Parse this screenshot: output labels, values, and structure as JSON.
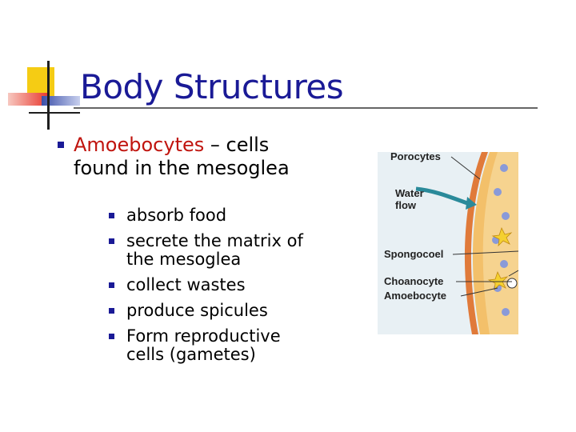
{
  "slide": {
    "title": "Body Structures",
    "bullet_term": "Amoebocytes",
    "bullet_rest": " –  cells found in the mesoglea",
    "sub_bullets": [
      "absorb food",
      "secrete the matrix of the mesoglea",
      "collect wastes",
      "produce spicules",
      "Form reproductive cells (gametes)"
    ]
  },
  "diagram": {
    "labels": {
      "porocytes": "Porocytes",
      "water_flow": "Water flow",
      "spongocoel": "Spongocoel",
      "choanocyte": "Choanocyte",
      "amoebocyte": "Amoebocyte"
    }
  },
  "colors": {
    "title": "#1a1a96",
    "term": "#c0140e",
    "bullet_square": "#1a1a96",
    "deco_yellow": "#f5cc14",
    "deco_red": "#e8342a",
    "deco_blue": "#3a4ea8"
  }
}
